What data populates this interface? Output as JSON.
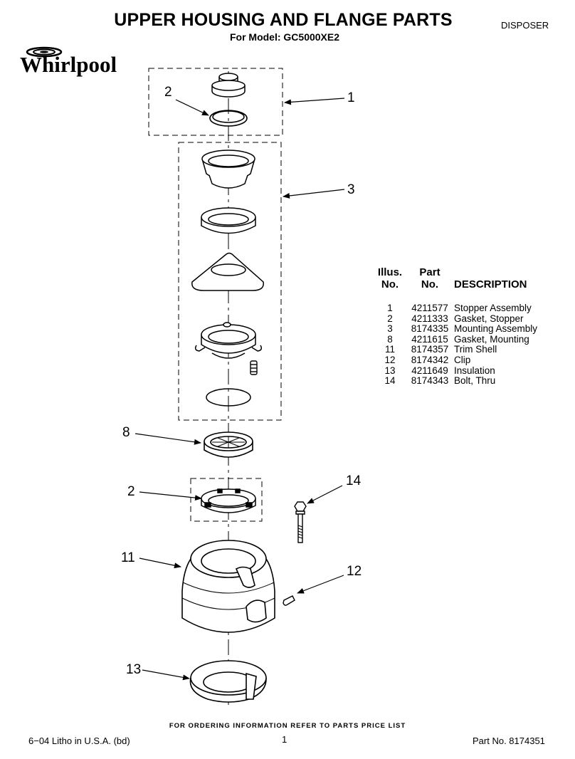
{
  "header": {
    "title": "UPPER HOUSING AND FLANGE PARTS",
    "subtitle": "For Model: GC5000XE2",
    "category": "DISPOSER",
    "brand": "Whirlpool"
  },
  "callouts": [
    "1",
    "2",
    "3",
    "8",
    "2",
    "14",
    "11",
    "12",
    "13"
  ],
  "parts_table": {
    "headers": {
      "illus_line1": "Illus.",
      "illus_line2": "No.",
      "part_line1": "Part",
      "part_line2": "No.",
      "description": "DESCRIPTION"
    },
    "rows": [
      {
        "illus": "1",
        "part": "4211577",
        "description": "Stopper Assembly"
      },
      {
        "illus": "2",
        "part": "4211333",
        "description": "Gasket, Stopper"
      },
      {
        "illus": "3",
        "part": "8174335",
        "description": "Mounting Assembly"
      },
      {
        "illus": "8",
        "part": "4211615",
        "description": "Gasket, Mounting"
      },
      {
        "illus": "11",
        "part": "8174357",
        "description": "Trim Shell"
      },
      {
        "illus": "12",
        "part": "8174342",
        "description": "Clip"
      },
      {
        "illus": "13",
        "part": "4211649",
        "description": "Insulation"
      },
      {
        "illus": "14",
        "part": "8174343",
        "description": "Bolt, Thru"
      }
    ]
  },
  "footer": {
    "note": "FOR ORDERING INFORMATION REFER TO PARTS PRICE LIST",
    "litho": "6−04 Litho in U.S.A. (bd)",
    "page": "1",
    "part_no": "Part No. 8174351"
  }
}
